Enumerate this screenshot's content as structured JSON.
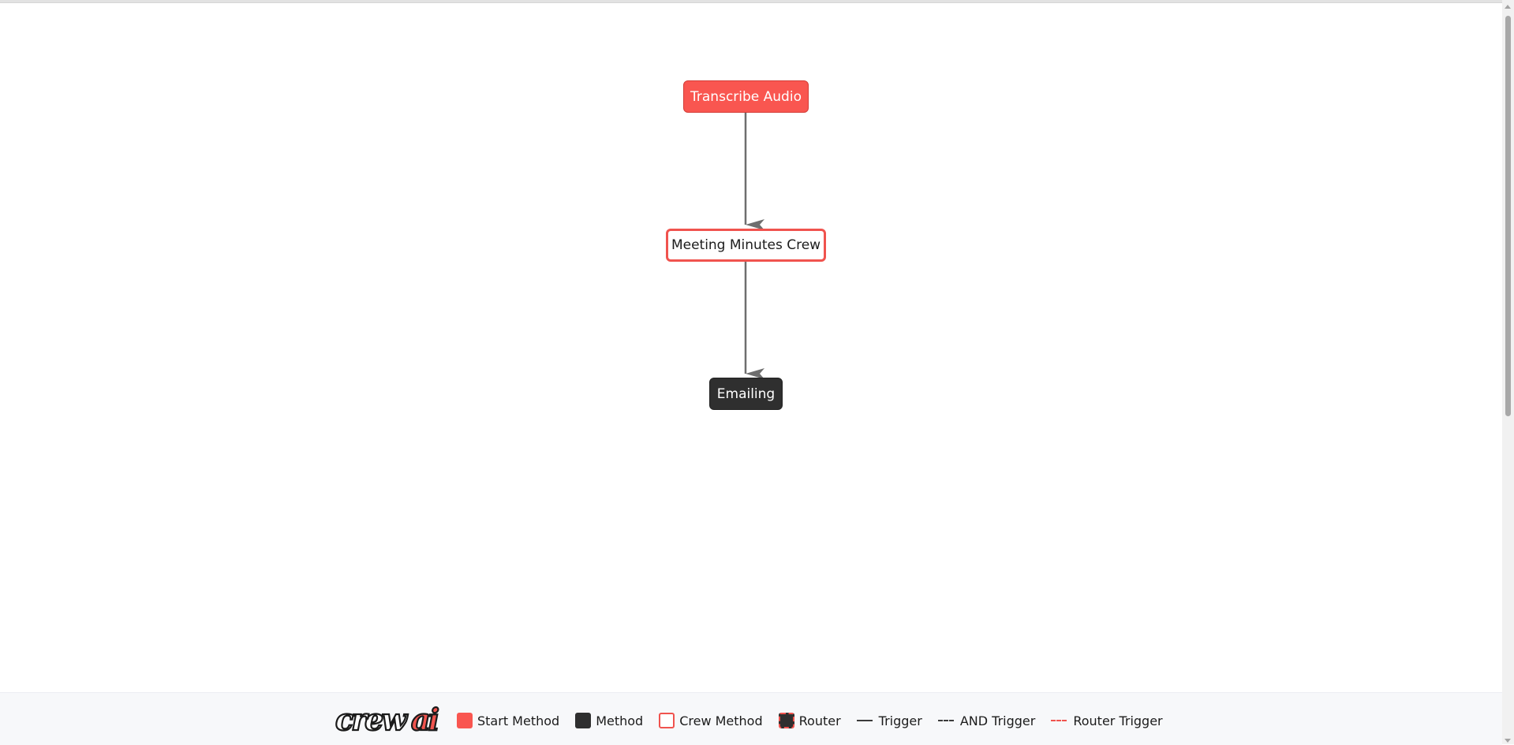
{
  "diagram": {
    "nodes": {
      "start": {
        "label": "Transcribe Audio",
        "kind": "start-method"
      },
      "crew": {
        "label": "Meeting Minutes Crew",
        "kind": "crew-method"
      },
      "method": {
        "label": "Emailing",
        "kind": "method"
      }
    },
    "edges": [
      {
        "from": "Transcribe Audio",
        "to": "Meeting Minutes Crew",
        "style": "trigger"
      },
      {
        "from": "Meeting Minutes Crew",
        "to": "Emailing",
        "style": "trigger"
      }
    ]
  },
  "legend": {
    "logo_text": "crewai",
    "items": [
      {
        "label": "Start Method",
        "icon": "filled-red-square"
      },
      {
        "label": "Method",
        "icon": "filled-dark-square"
      },
      {
        "label": "Crew Method",
        "icon": "outlined-red-square"
      },
      {
        "label": "Router",
        "icon": "dark-square-dashed-red-border"
      },
      {
        "label": "Trigger",
        "icon": "solid-line"
      },
      {
        "label": "AND Trigger",
        "icon": "dashed-line"
      },
      {
        "label": "Router Trigger",
        "icon": "red-dashed-line"
      }
    ]
  },
  "colors": {
    "start_method": "#f95650",
    "method": "#2f2f2f",
    "crew_border": "#f0534e",
    "edge": "#6e6e6e",
    "legend_bg": "#f7f8fa"
  }
}
